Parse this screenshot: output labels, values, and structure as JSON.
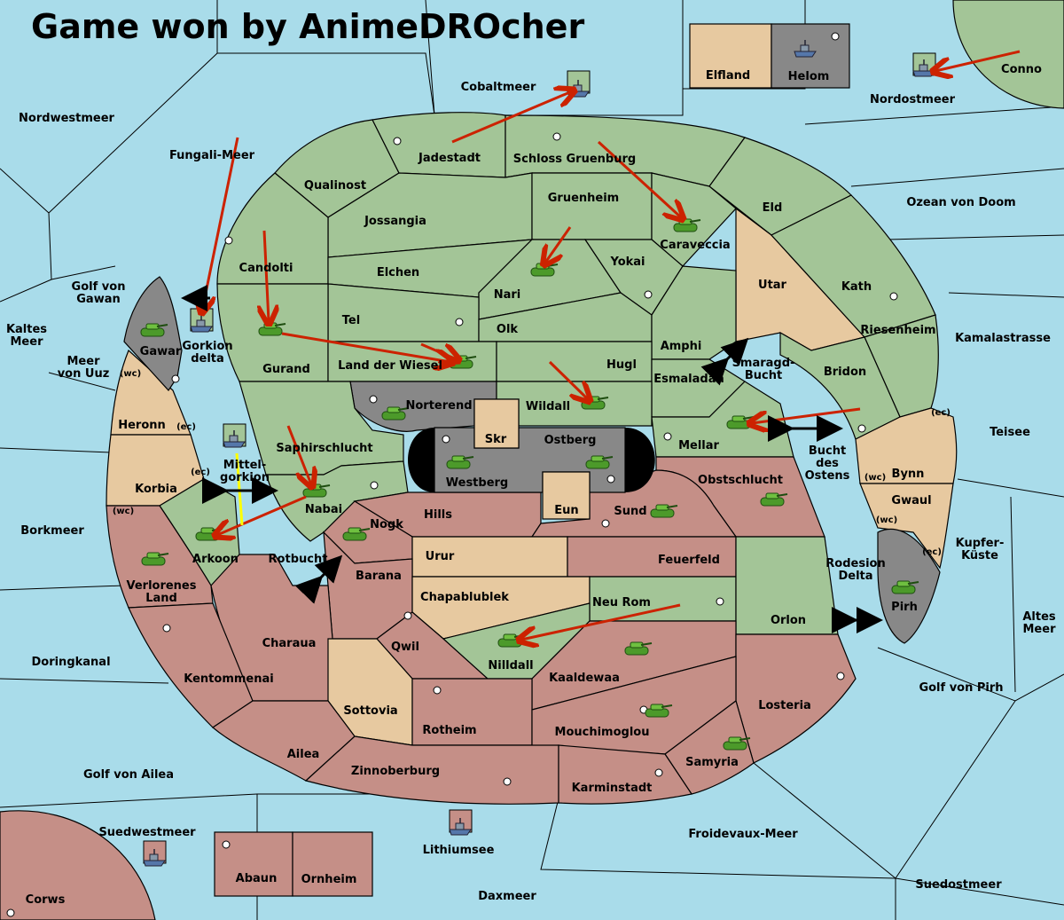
{
  "title": "Game won by AnimeDROcher",
  "colors": {
    "sea": "#a9dcea",
    "neutral_green": "#a3c597",
    "sand": "#e7c9a0",
    "red_power": "#c58f87",
    "grey_power": "#888888",
    "arrow": "#cc2200"
  },
  "labels": {
    "elfland": "Elfland",
    "helom": "Helom",
    "conno": "Conno",
    "nordostmeer": "Nordostmeer",
    "cobaltmeer": "Cobaltmeer",
    "nordwestmeer": "Nordwestmeer",
    "fungali": "Fungali-Meer",
    "jadestadt": "Jadestadt",
    "schloss": "Schloss Gruenburg",
    "qualinost": "Qualinost",
    "jossangia": "Jossangia",
    "gruenheim": "Gruenheim",
    "caraveccia": "Caraveccia",
    "eld": "Eld",
    "ozean": "Ozean von Doom",
    "candolti": "Candolti",
    "elchen": "Elchen",
    "yokai": "Yokai",
    "nari": "Nari",
    "utar": "Utar",
    "kath": "Kath",
    "golfgawan": "Golf von\nGawan",
    "kaltes": "Kaltes\nMeer",
    "gawar": "Gawar",
    "gorkiondelta": "Gorkion\ndelta",
    "tel": "Tel",
    "olk": "Olk",
    "amphi": "Amphi",
    "riesenheim": "Riesenheim",
    "kamala": "Kamalastrasse",
    "meeruuz": "Meer\nvon Uuz",
    "gurand": "Gurand",
    "landwiesel": "Land der Wiesel",
    "hugl": "Hugl",
    "smaragd": "Smaragd-\nBucht",
    "bridon": "Bridon",
    "esmaladan": "Esmaladan",
    "norterend": "Norterend",
    "wildall": "Wildall",
    "heronn": "Heronn",
    "teisee": "Teisee",
    "skr": "Skr",
    "ostberg": "Ostberg",
    "mellar": "Mellar",
    "saphir": "Saphirschlucht",
    "mittel": "Mittel-\ngorkion",
    "bucht": "Bucht\ndes\nOstens",
    "westberg": "Westberg",
    "obstschlucht": "Obstschlucht",
    "bynn": "Bynn",
    "korbia": "Korbia",
    "gwaul": "Gwaul",
    "nabai": "Nabai",
    "hills": "Hills",
    "eun": "Eun",
    "sund": "Sund",
    "borkmeer": "Borkmeer",
    "nogk": "Nogk",
    "kupfer": "Kupfer-\nKüste",
    "arkoon": "Arkoon",
    "rotbucht": "Rotbucht",
    "urur": "Urur",
    "feuerfeld": "Feuerfeld",
    "rodesion": "Rodesion\nDelta",
    "pirh": "Pirh",
    "barana": "Barana",
    "verloren": "Verlorenes\nLand",
    "chapab": "Chapablublek",
    "neurom": "Neu Rom",
    "orlon": "Orlon",
    "altes": "Altes\nMeer",
    "charaua": "Charaua",
    "qwil": "Qwil",
    "nilldall": "Nilldall",
    "doringkanal": "Doringkanal",
    "kentom": "Kentommenai",
    "kaaldewaa": "Kaaldewaa",
    "golfpirh": "Golf von Pirh",
    "sottovia": "Sottovia",
    "losteria": "Losteria",
    "rotheim": "Rotheim",
    "mouchi": "Mouchimoglou",
    "ailea": "Ailea",
    "samyria": "Samyria",
    "zinnober": "Zinnoberburg",
    "golfailea": "Golf von Ailea",
    "karmin": "Karminstadt",
    "suedwest": "Suedwestmeer",
    "lithium": "Lithiumsee",
    "froidevaux": "Froidevaux-Meer",
    "abaun": "Abaun",
    "ornheim": "Ornheim",
    "suedost": "Suedostmeer",
    "daxmeer": "Daxmeer",
    "corws": "Corws",
    "wc": "(wc)",
    "ec": "(ec)"
  }
}
